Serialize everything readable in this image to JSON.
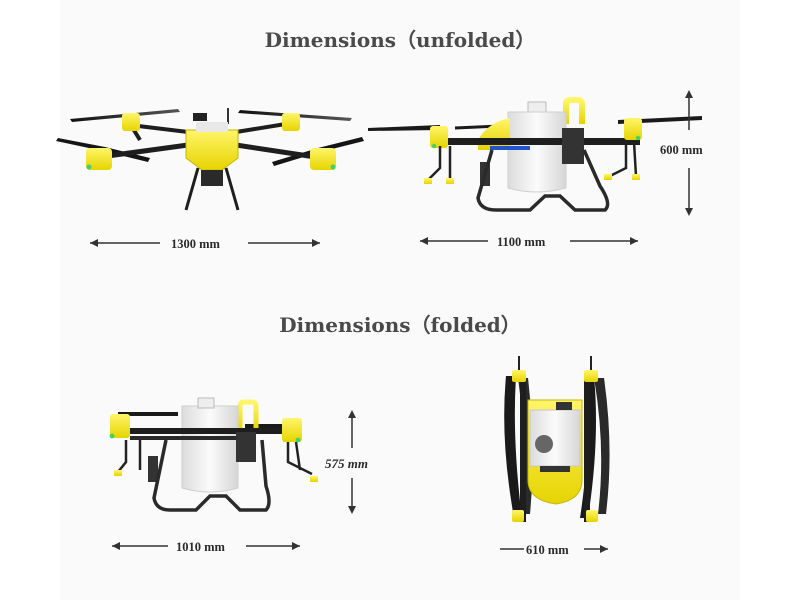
{
  "sections": {
    "unfolded_title": "Dimensions（unfolded）",
    "folded_title": "Dimensions（folded）"
  },
  "dimensions": {
    "unfolded_front_width": "1300 mm",
    "unfolded_side_width": "1100 mm",
    "unfolded_height": "600 mm",
    "folded_side_width": "1010 mm",
    "folded_height": "575 mm",
    "folded_front_width": "610 mm"
  },
  "colors": {
    "body_yellow": "#f2e614",
    "tank_white": "#ececec",
    "frame_black": "#1e1e1e",
    "nozzle_green": "#3fd16a"
  },
  "views": [
    {
      "name": "unfolded-front-view"
    },
    {
      "name": "unfolded-side-view"
    },
    {
      "name": "folded-side-view"
    },
    {
      "name": "folded-front-view"
    }
  ]
}
